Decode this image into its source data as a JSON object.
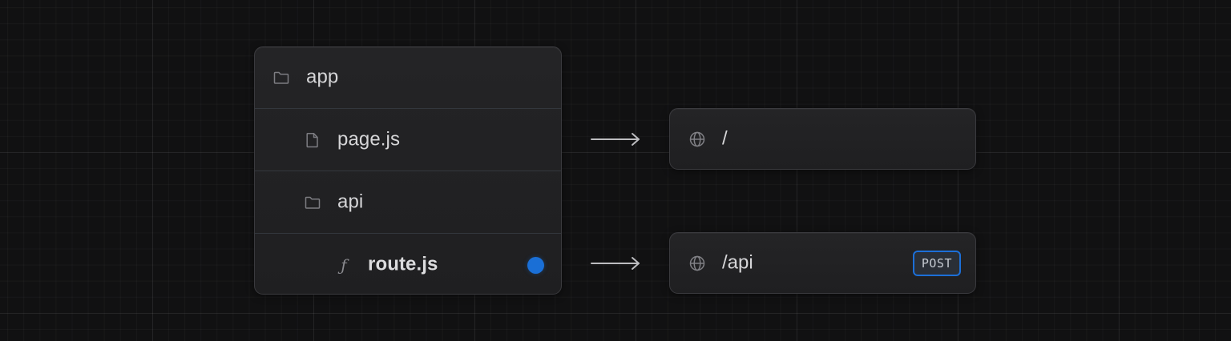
{
  "file_tree": {
    "rows": [
      {
        "label": "app",
        "icon": "folder-icon",
        "depth": 0,
        "bold": false
      },
      {
        "label": "page.js",
        "icon": "file-icon",
        "depth": 1,
        "bold": false
      },
      {
        "label": "api",
        "icon": "folder-icon",
        "depth": 1,
        "bold": false
      },
      {
        "label": "route.js",
        "icon": "function-icon",
        "icon_glyph": "ƒ",
        "depth": 2,
        "bold": true,
        "indicator": {
          "color": "#1a6fd6"
        }
      }
    ]
  },
  "arrows": [
    {
      "from": "page.js",
      "to": "/"
    },
    {
      "from": "route.js",
      "to": "/api"
    }
  ],
  "routes": [
    {
      "icon": "globe-icon",
      "path": "/"
    },
    {
      "icon": "globe-icon",
      "path": "/api",
      "method": "POST"
    }
  ],
  "colors": {
    "background": "#111112",
    "panel": "#222224",
    "accent_blue": "#1c6fd8",
    "text": "#d6d6d8"
  }
}
